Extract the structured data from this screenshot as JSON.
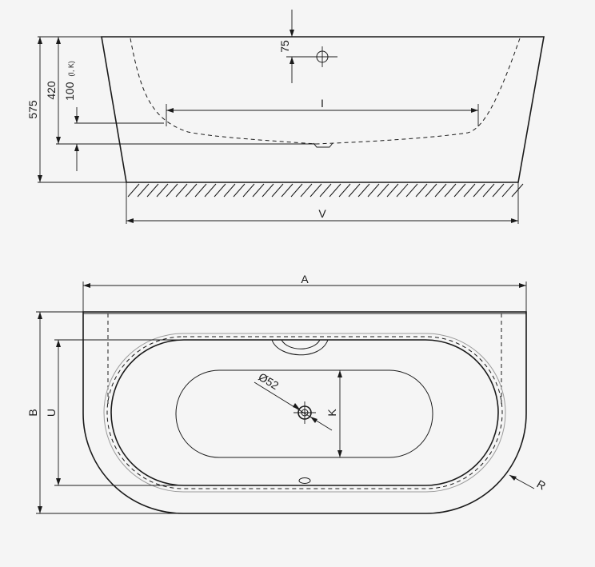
{
  "side_view": {
    "dim_height_total": "575",
    "dim_depth": "420",
    "dim_overflow_prefix": "100",
    "dim_overflow_suffix": "(I, K)",
    "dim_overflow_offset": "75",
    "dim_inner_length": "I",
    "dim_base_length": "V"
  },
  "top_view": {
    "dim_length": "A",
    "dim_width": "B",
    "dim_inner_width": "U",
    "dim_drain_diameter": "Ø52",
    "dim_drain_offset": "K",
    "dim_radius": "R"
  },
  "colors": {
    "background": "#f5f5f5",
    "line": "#1a1a1a",
    "grey_line": "#9a9a9a"
  }
}
